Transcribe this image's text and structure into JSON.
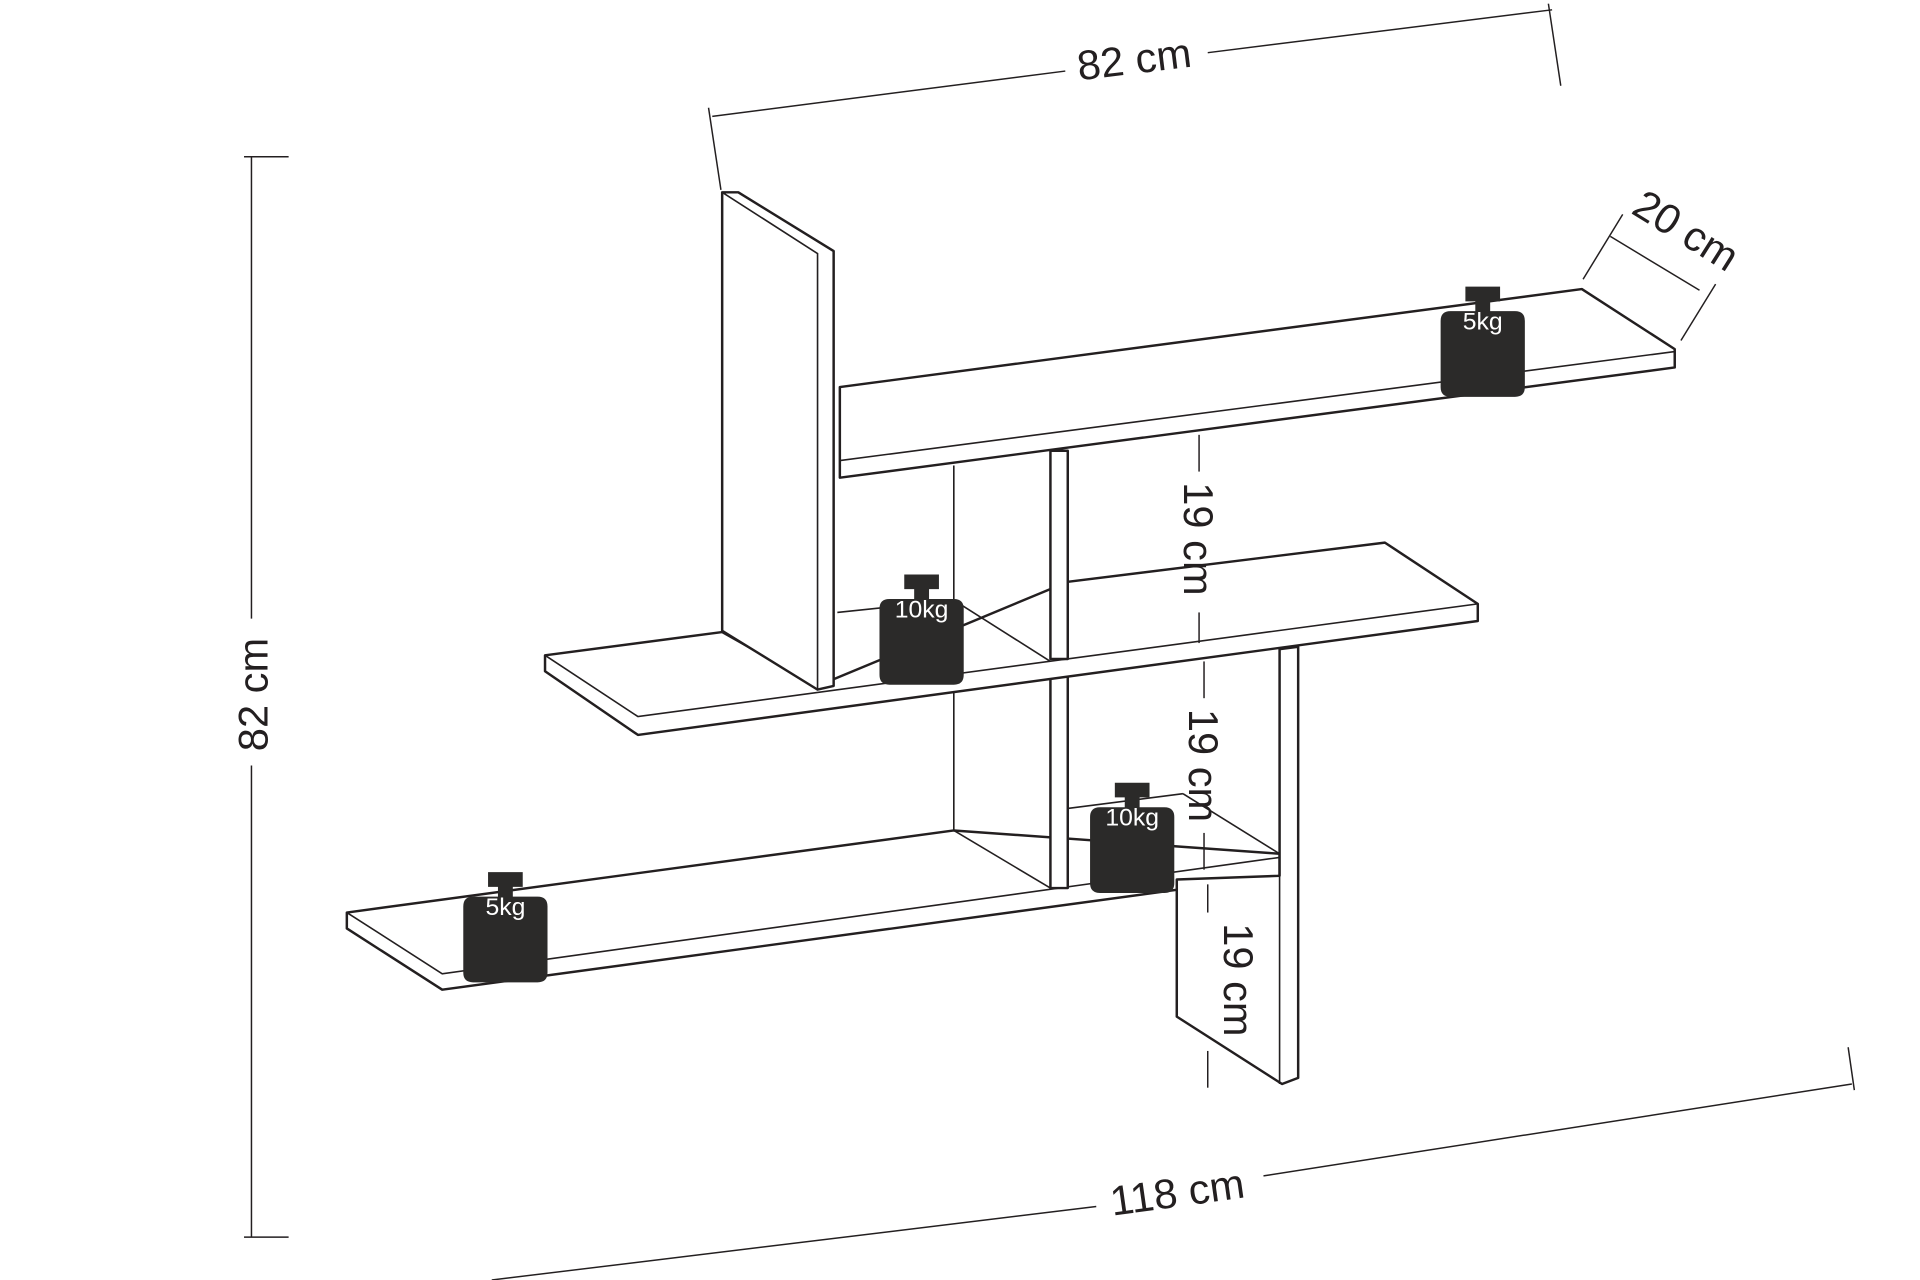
{
  "dimensions": {
    "top_width": "82 cm",
    "height": "82 cm",
    "total_width": "118 cm",
    "depth": "20 cm",
    "spacing_1": "19 cm",
    "spacing_2": "19 cm",
    "spacing_3": "19 cm"
  },
  "weights": {
    "top_shelf": "5kg",
    "middle_cubby": "10kg",
    "lower_cubby": "10kg",
    "bottom_shelf": "5kg"
  }
}
